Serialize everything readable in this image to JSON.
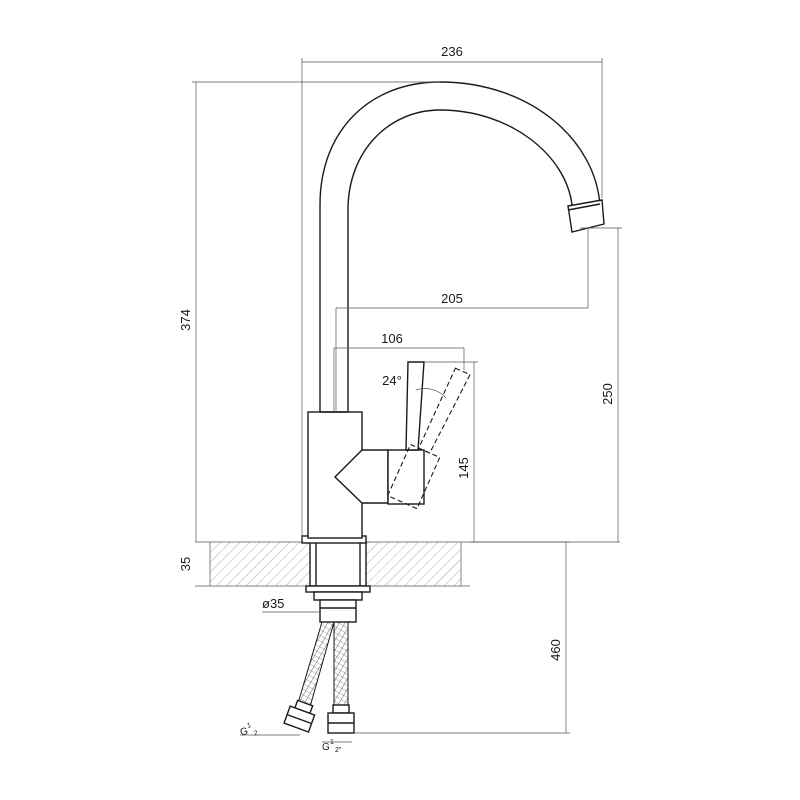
{
  "dimensions": {
    "top_width": "236",
    "spout_reach": "205",
    "handle_reach": "106",
    "handle_angle": "24°",
    "total_height": "374",
    "spout_height": "250",
    "body_height": "145",
    "countertop_thickness": "35",
    "hose_length": "460",
    "mount_diameter": "ø35",
    "thread_left": {
      "base": "G",
      "num": "1",
      "den": "2"
    },
    "thread_right": {
      "base": "G",
      "num": "1",
      "den": "2\""
    }
  },
  "colors": {
    "line": "#1a1a1a",
    "hatch": "#777777",
    "background": "#ffffff"
  }
}
